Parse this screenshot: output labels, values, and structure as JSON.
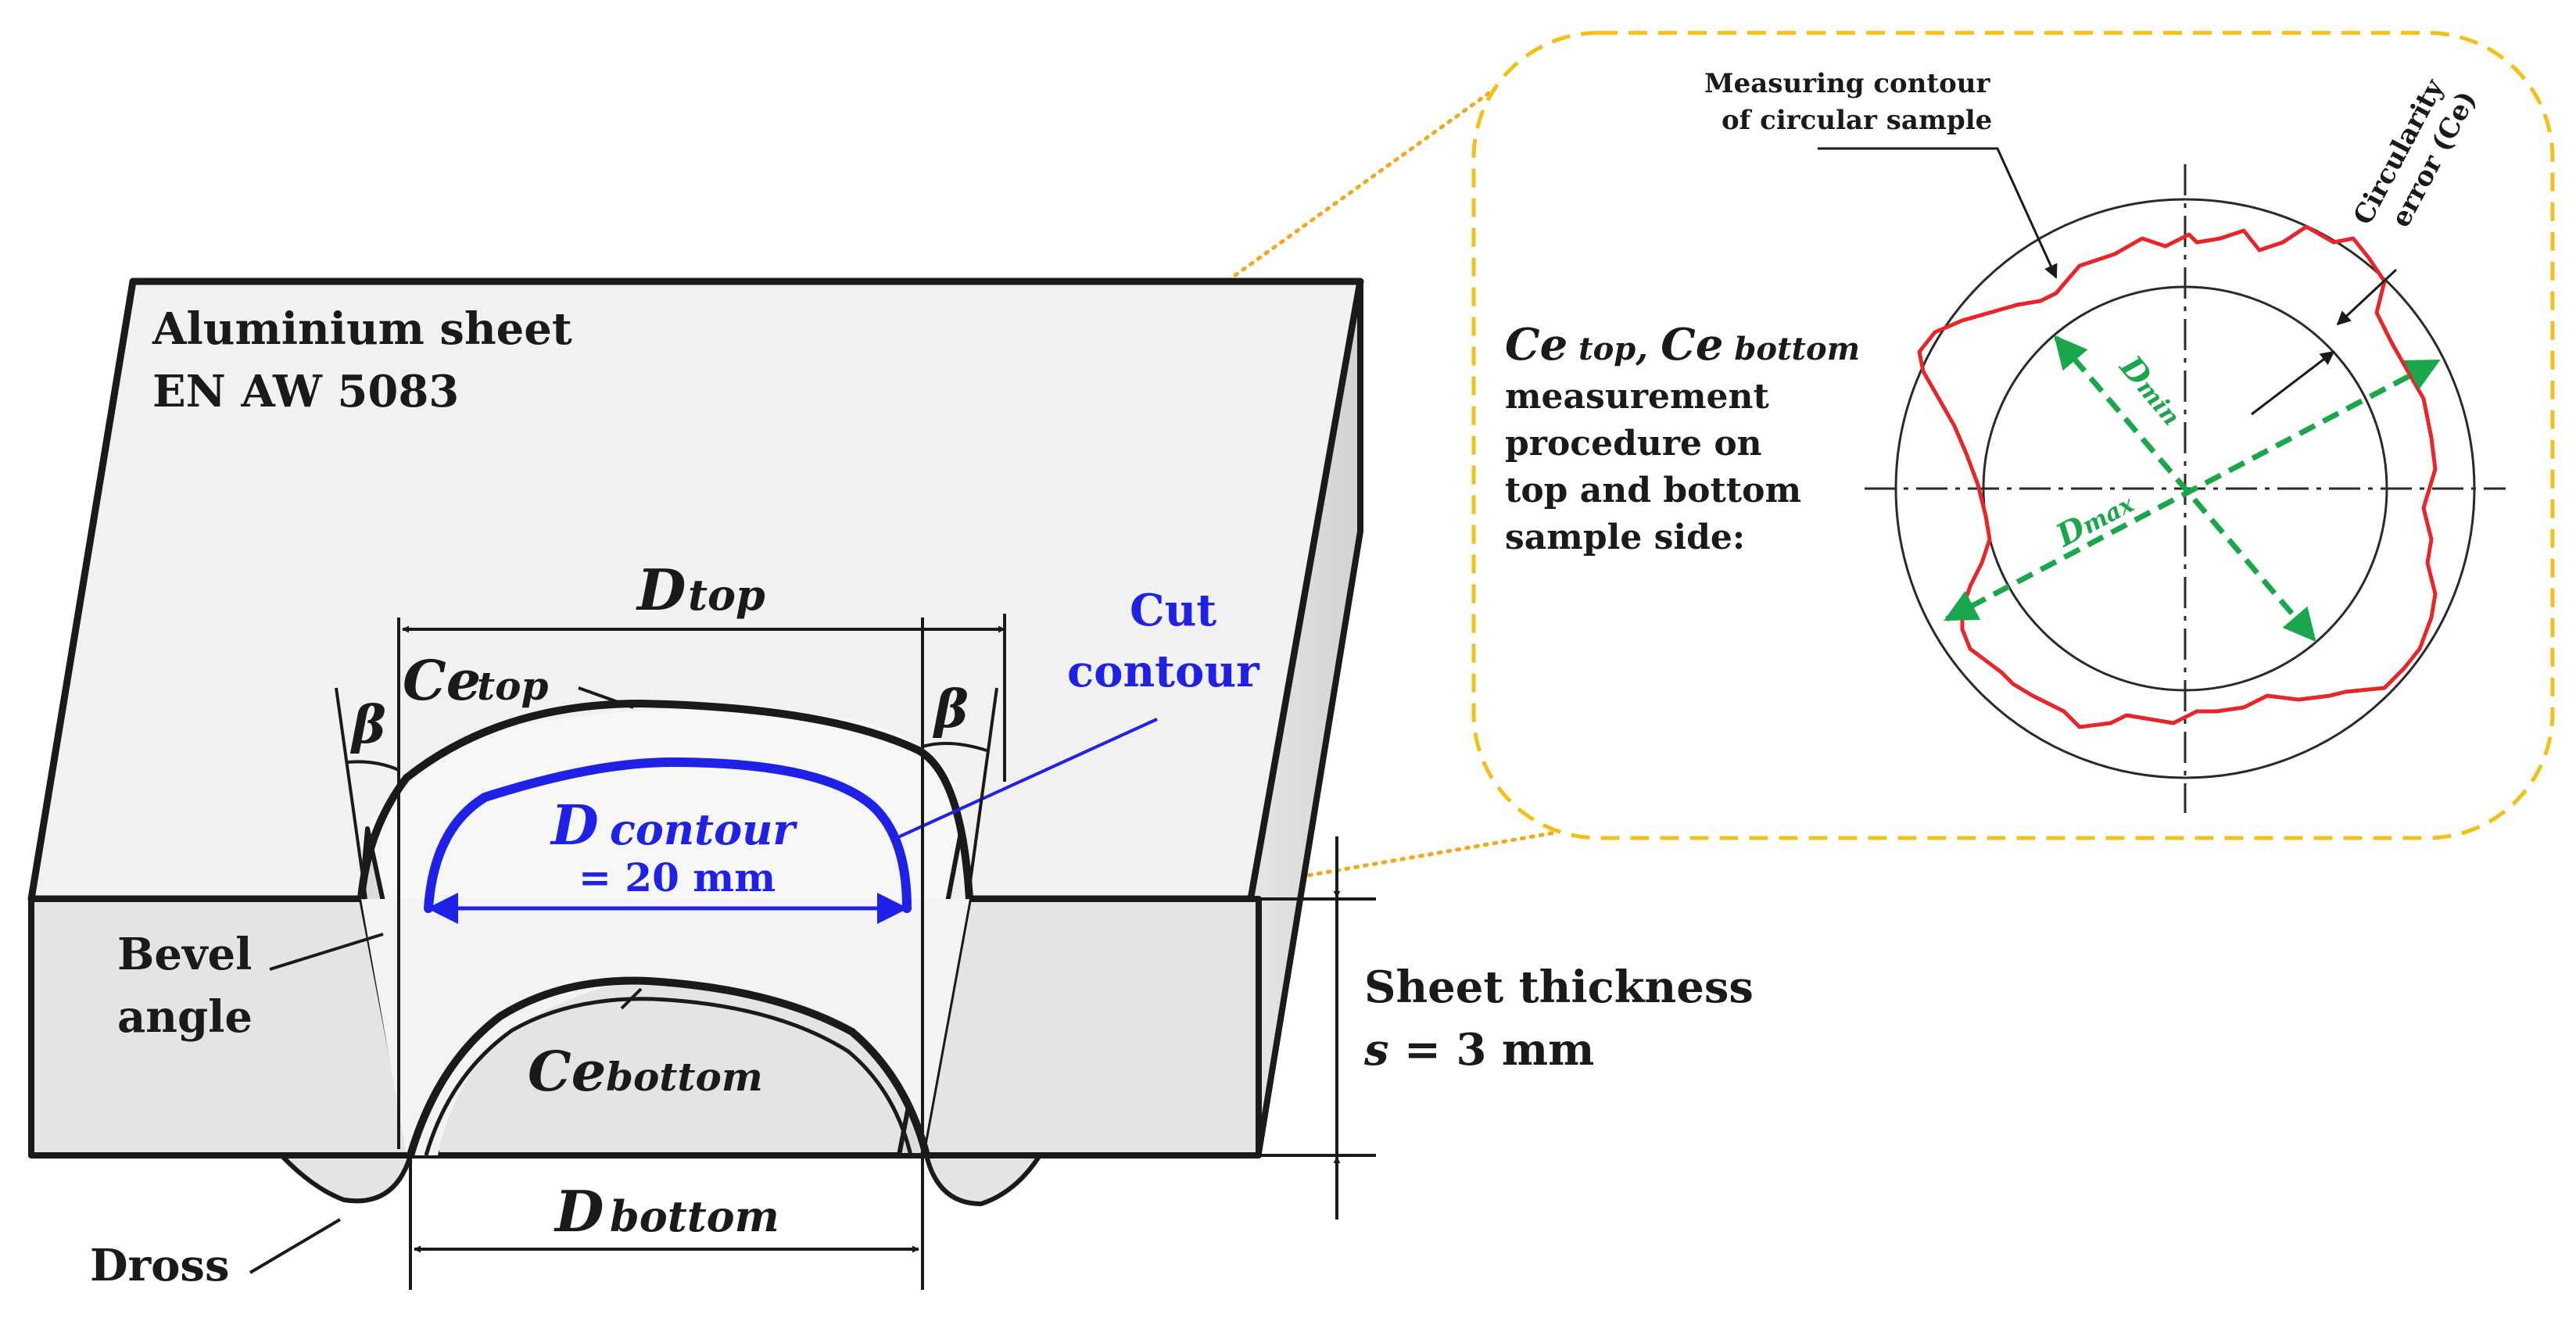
{
  "sheet": {
    "label_line1": "Aluminium sheet",
    "label_line2": "EN AW 5083"
  },
  "dimensions": {
    "d_top_main": "D",
    "d_top_sub": "top",
    "d_bottom_main": "D",
    "d_bottom_sub": "bottom",
    "d_contour_main": "D",
    "d_contour_sub": "contour",
    "d_contour_value": "= 20 mm"
  },
  "circularity": {
    "ce_top_main": "Ce",
    "ce_top_sub": "top",
    "ce_bottom_main": "Ce",
    "ce_bottom_sub": "bottom"
  },
  "angles": {
    "beta_left": "β",
    "beta_right": "β"
  },
  "labels": {
    "cut_contour_line1": "Cut",
    "cut_contour_line2": "contour",
    "bevel_line1": "Bevel",
    "bevel_line2": "angle",
    "dross": "Dross",
    "thickness_line1": "Sheet thickness",
    "thickness_var": "s",
    "thickness_value": " = 3 mm"
  },
  "inset": {
    "measuring_line1": "Measuring contour",
    "measuring_line2": "of circular sample",
    "circ_error_line1": "Circularity",
    "circ_error_line2": "error (Ce)",
    "procedure_title_a": "Ce",
    "procedure_title_a_sub": " top",
    "procedure_title_sep": ", ",
    "procedure_title_b": "Ce",
    "procedure_title_b_sub": " bottom",
    "procedure_line1": "measurement",
    "procedure_line2": "procedure on",
    "procedure_line3": "top and bottom",
    "procedure_line4": "sample side:",
    "dmin_main": "D",
    "dmin_sub": "min",
    "dmax_main": "D",
    "dmax_sub": "max"
  },
  "colors": {
    "outline": "#1a1a1a",
    "contour_blue": "#1f22e6",
    "dimension_green": "#1aa64a",
    "profile_red": "#e8262a",
    "inset_border": "#f2c01a",
    "leader_orange": "#f3a81d",
    "sheet_fill": "#f1f1f1"
  }
}
